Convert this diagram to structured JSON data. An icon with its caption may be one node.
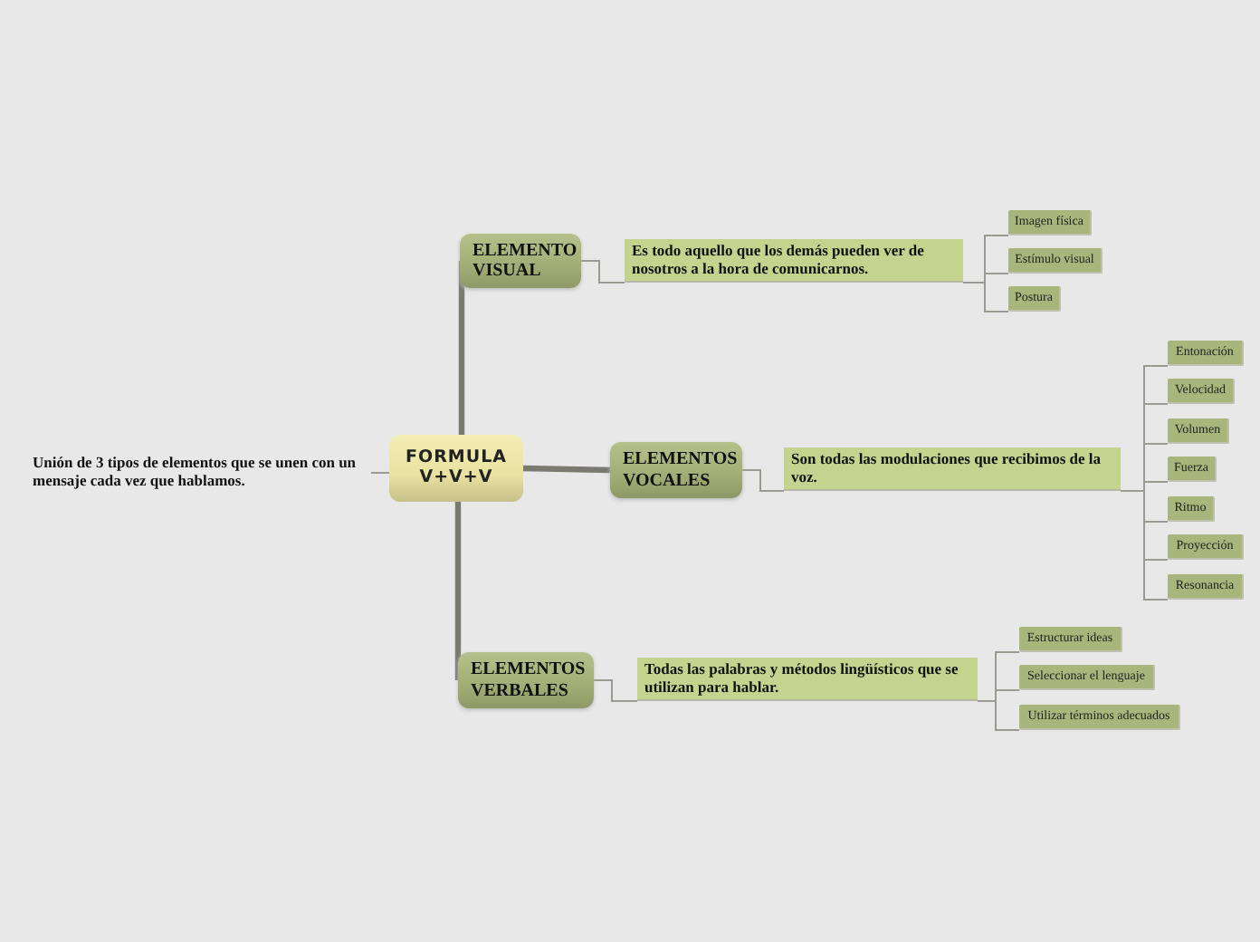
{
  "diagram": {
    "nodes": [
      {
        "text": [
          "FORMULA V+V+V"
        ]
      },
      {
        "text": [
          "Unión de 3 tipos de elementos que se unen con un mensaje cada vez que hablamos."
        ]
      },
      {
        "text": [
          "ELEMENTO VISUAL"
        ]
      },
      {
        "text": [
          "Es todo aquello que los demás pueden ver de nosotros a la hora de comunicarnos."
        ]
      },
      {
        "text": [
          "Imagen física"
        ]
      },
      {
        "text": [
          "Estímulo visual"
        ]
      },
      {
        "text": [
          "Postura"
        ]
      },
      {
        "text": [
          "ELEMENTOS VOCALES"
        ]
      },
      {
        "text": [
          "Son todas las modulaciones que recibimos de la voz."
        ]
      },
      {
        "text": [
          "Entonación"
        ]
      },
      {
        "text": [
          "Velocidad"
        ]
      },
      {
        "text": [
          "Volumen"
        ]
      },
      {
        "text": [
          "Fuerza"
        ]
      },
      {
        "text": [
          "Ritmo"
        ]
      },
      {
        "text": [
          "Proyección"
        ]
      },
      {
        "text": [
          "Resonancia"
        ]
      },
      {
        "text": [
          "ELEMENTOS VERBALES"
        ]
      },
      {
        "text": [
          "Todas las palabras y métodos lingüísticos que se utilizan para hablar."
        ]
      },
      {
        "text": [
          "Estructurar ideas"
        ]
      },
      {
        "text": [
          "Seleccionar el lenguaje"
        ]
      },
      {
        "text": [
          "Utilizar términos adecuados"
        ]
      }
    ],
    "edges": [
      {
        "from": 1,
        "to": 0,
        "arrow": "none"
      },
      {
        "from": 0,
        "to": 2,
        "arrow": "none",
        "style": "thick"
      },
      {
        "from": 0,
        "to": 7,
        "arrow": "none",
        "style": "thick"
      },
      {
        "from": 0,
        "to": 16,
        "arrow": "none",
        "style": "thick"
      },
      {
        "from": 2,
        "to": 3,
        "arrow": "none"
      },
      {
        "from": 3,
        "to": 4,
        "arrow": "none"
      },
      {
        "from": 3,
        "to": 5,
        "arrow": "none"
      },
      {
        "from": 3,
        "to": 6,
        "arrow": "none"
      },
      {
        "from": 7,
        "to": 8,
        "arrow": "none"
      },
      {
        "from": 8,
        "to": 9,
        "arrow": "none"
      },
      {
        "from": 8,
        "to": 10,
        "arrow": "none"
      },
      {
        "from": 8,
        "to": 11,
        "arrow": "none"
      },
      {
        "from": 8,
        "to": 12,
        "arrow": "none"
      },
      {
        "from": 8,
        "to": 13,
        "arrow": "none"
      },
      {
        "from": 8,
        "to": 14,
        "arrow": "none"
      },
      {
        "from": 8,
        "to": 15,
        "arrow": "none"
      },
      {
        "from": 16,
        "to": 17,
        "arrow": "none"
      },
      {
        "from": 17,
        "to": 18,
        "arrow": "none"
      },
      {
        "from": 17,
        "to": 19,
        "arrow": "none"
      },
      {
        "from": 17,
        "to": 20,
        "arrow": "none"
      }
    ]
  }
}
